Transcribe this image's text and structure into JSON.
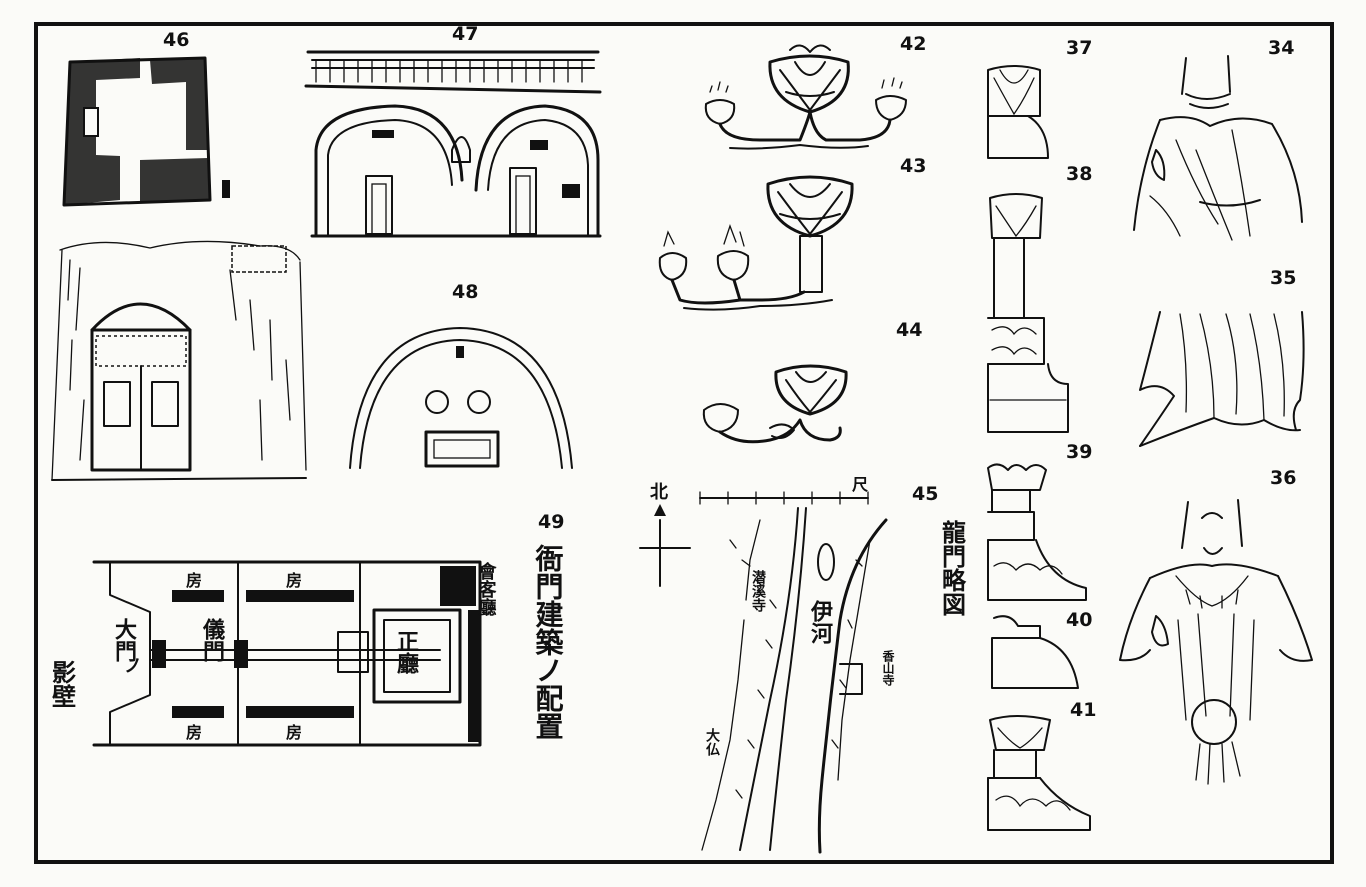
{
  "plate": {
    "figures": [
      {
        "id": "fig-34",
        "number": "34"
      },
      {
        "id": "fig-35",
        "number": "35"
      },
      {
        "id": "fig-36",
        "number": "36"
      },
      {
        "id": "fig-37",
        "number": "37"
      },
      {
        "id": "fig-38",
        "number": "38"
      },
      {
        "id": "fig-39",
        "number": "39"
      },
      {
        "id": "fig-40",
        "number": "40"
      },
      {
        "id": "fig-41",
        "number": "41"
      },
      {
        "id": "fig-42",
        "number": "42"
      },
      {
        "id": "fig-43",
        "number": "43"
      },
      {
        "id": "fig-44",
        "number": "44"
      },
      {
        "id": "fig-45",
        "number": "45"
      },
      {
        "id": "fig-46",
        "number": "46"
      },
      {
        "id": "fig-47",
        "number": "47"
      },
      {
        "id": "fig-48",
        "number": "48"
      },
      {
        "id": "fig-49",
        "number": "49"
      }
    ],
    "plan_49": {
      "title": "衙門建築ノ配置",
      "labels": {
        "screen_wall": "影壁",
        "main_gate": "大門",
        "gate_suffix": "ノ",
        "ceremonial_gate": "儀門",
        "main_hall": "正廳",
        "reception_hall": "會客廳",
        "room_top_left": "房",
        "room_top_right": "房",
        "room_bottom_left": "房",
        "room_bottom_right": "房"
      }
    },
    "map_45": {
      "title": "龍門略図",
      "north": "北",
      "scale_label": "尺",
      "river": "伊河",
      "temple_left": "潜溪寺",
      "temple_right": "香山寺",
      "great_buddha": "大仏"
    }
  }
}
